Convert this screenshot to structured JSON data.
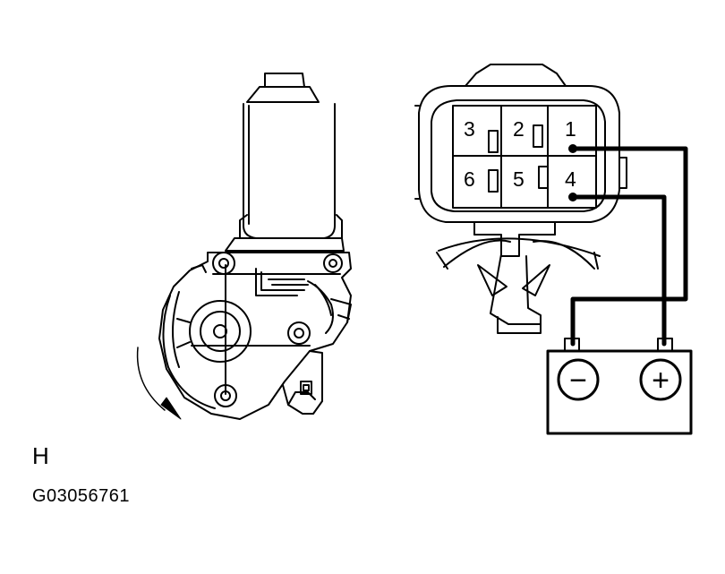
{
  "connector": {
    "pins_top": [
      "3",
      "2",
      "1"
    ],
    "pins_bottom": [
      "6",
      "5",
      "4"
    ]
  },
  "battery": {
    "negative_symbol": "−",
    "positive_symbol": "+"
  },
  "captions": {
    "view_letter": "H",
    "figure_code": "G03056761"
  },
  "colors": {
    "line": "#000000",
    "background": "#ffffff"
  }
}
